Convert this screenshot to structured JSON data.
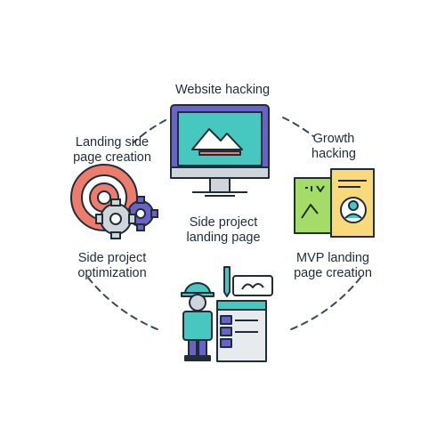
{
  "labels": {
    "top": "Website hacking",
    "left_top": [
      "Landing side",
      "page creation"
    ],
    "right_top": [
      "Growth",
      "hacking"
    ],
    "center": [
      "Side project",
      "landing page"
    ],
    "left_bottom": [
      "Side project",
      "optimization"
    ],
    "right_bottom": [
      "MVP landing",
      "page creation"
    ]
  },
  "icons": {
    "top": "monitor-icon",
    "left": "target-gears-icon",
    "right": "documents-profile-icon",
    "bottom": "worker-board-icon"
  },
  "colors": {
    "outline": "#1f2d3a",
    "purple": "#6b62c7",
    "teal": "#46c8c0",
    "coral": "#ec7c6b",
    "yellow": "#fad97a",
    "green": "#a5dc68",
    "gray": "#cfd5db",
    "light_gray": "#e8ebee",
    "dashed_circle": "#3a4a5a"
  }
}
